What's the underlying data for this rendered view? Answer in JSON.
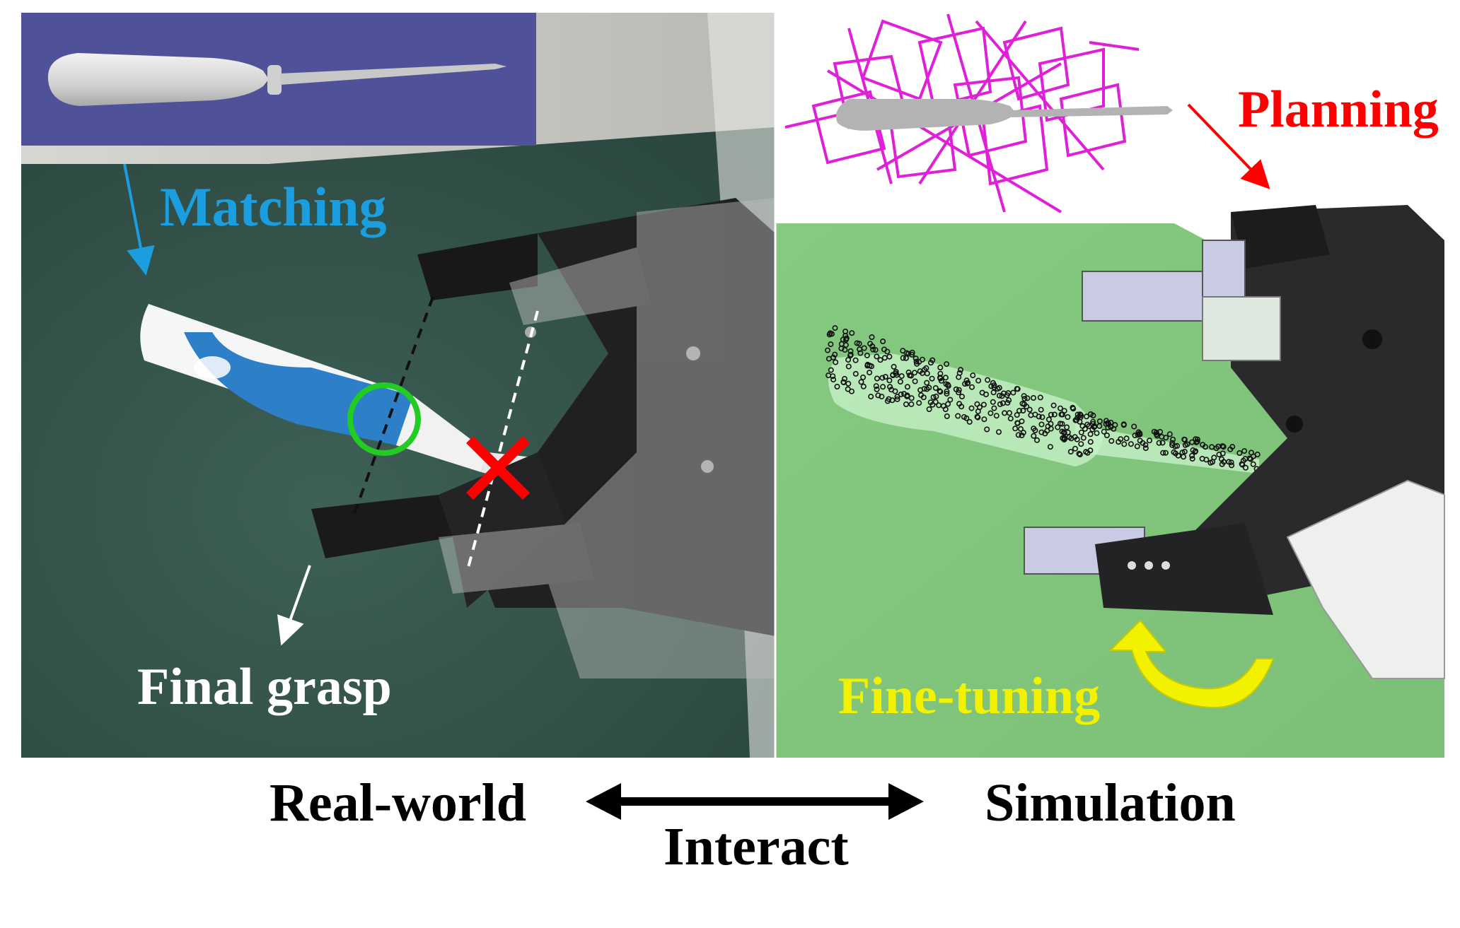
{
  "labels": {
    "matching": "Matching",
    "final_grasp": "Final grasp",
    "planning": "Planning",
    "fine_tuning": "Fine-tuning",
    "real_world": "Real-world",
    "simulation": "Simulation",
    "interact": "Interact"
  },
  "colors": {
    "matching": "#1a9ee0",
    "final_grasp": "#ffffff",
    "planning": "#ff0000",
    "fine_tuning": "#f2f200",
    "text": "#000000",
    "sim_background": "#82c67e",
    "real_background": "#3c5c52",
    "mesh_panel": "#4a4c90",
    "candidate_grasps": "#e020d8",
    "good_grasp_circle": "#22cc22",
    "bad_grasp_cross": "#ff0000"
  }
}
